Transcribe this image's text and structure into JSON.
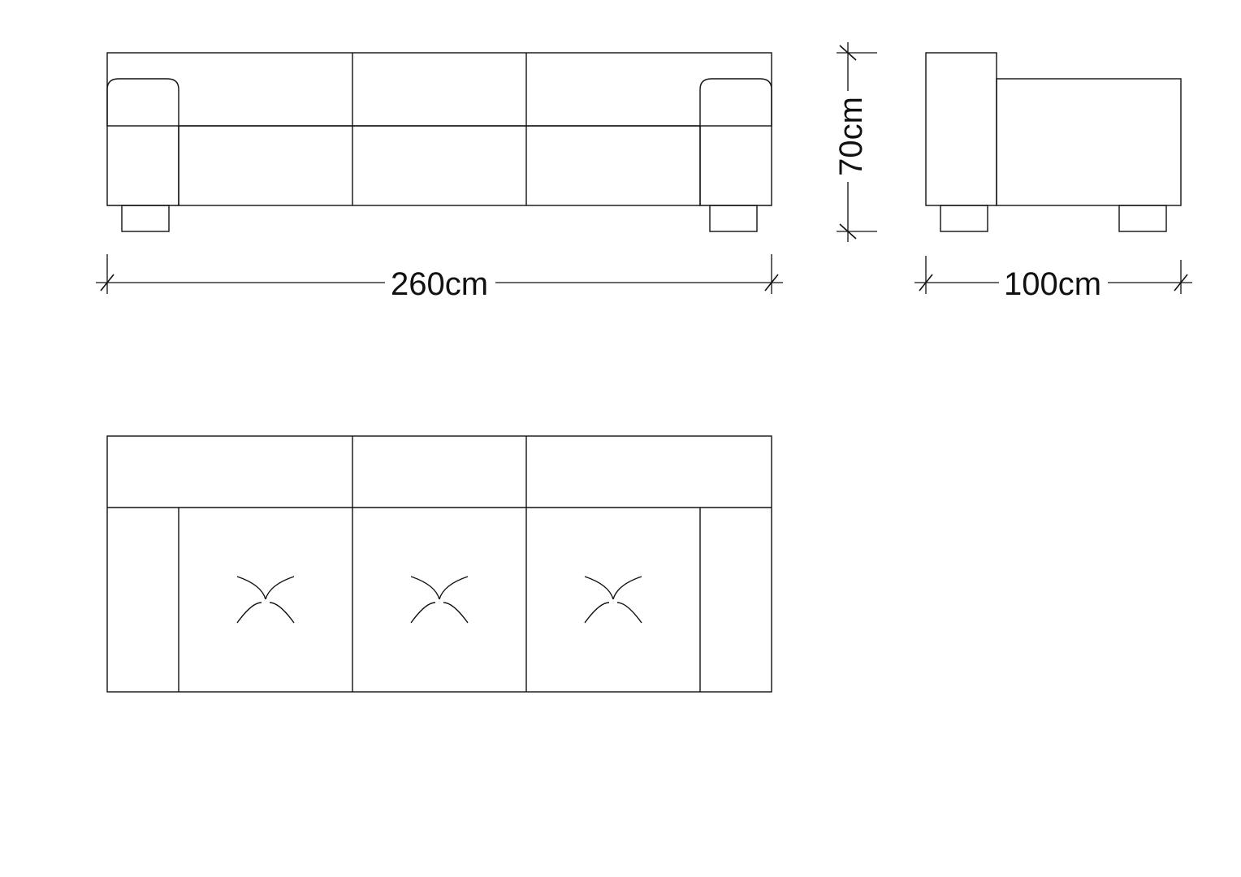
{
  "colors": {
    "line": "#111111",
    "background": "#ffffff"
  },
  "dimensions": {
    "width": "260cm",
    "height": "70cm",
    "depth": "100cm"
  }
}
